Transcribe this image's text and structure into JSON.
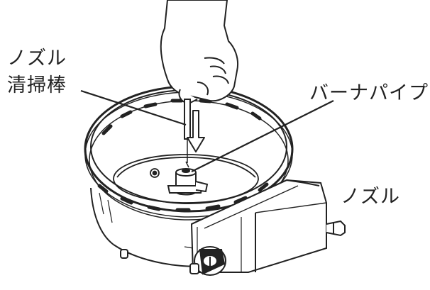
{
  "labels": {
    "rod_line1": "ノズル",
    "rod_line2": "清掃棒",
    "burner_pipe": "バーナパイプ",
    "nozzle": "ノズル"
  }
}
